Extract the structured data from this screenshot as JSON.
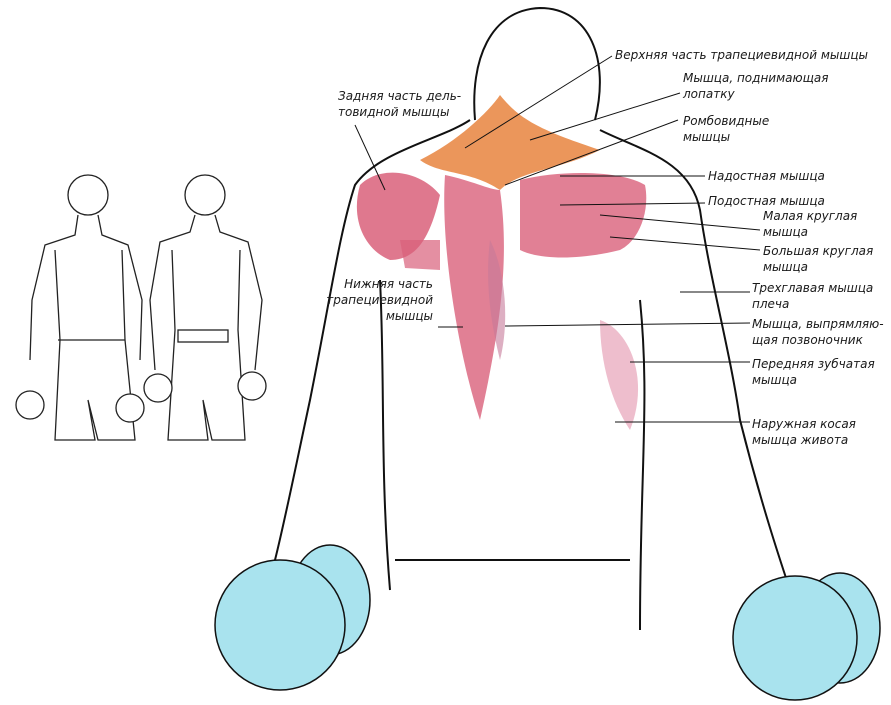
{
  "labels": {
    "upper_trapezius": [
      "Верхняя часть трапециевидной мышцы"
    ],
    "levator_scapulae": [
      "Мышца, поднимающая",
      "лопатку"
    ],
    "rhomboids": [
      "Ромбовидные",
      "мышцы"
    ],
    "supraspinatus": [
      "Надостная мышца"
    ],
    "infraspinatus": [
      "Подостная мышца"
    ],
    "teres_minor": [
      "Малая круглая",
      "мышца"
    ],
    "teres_major": [
      "Большая круглая",
      "мышца"
    ],
    "triceps": [
      "Трехглавая мышца",
      "плеча"
    ],
    "erector_spinae": [
      "Мышца, выпрямляю-",
      "щая позвоночник"
    ],
    "serratus_anterior": [
      "Передняя зубчатая",
      "мышца"
    ],
    "external_oblique": [
      "Наружная косая",
      "мышца живота"
    ],
    "posterior_deltoid": [
      "Задняя часть дель-",
      "товидной мышцы"
    ],
    "lower_trapezius": [
      "Нижняя часть",
      "трапециевидной",
      "мышцы"
    ]
  },
  "colors": {
    "muscle": "#d9607a",
    "trapezius": "#e8843e",
    "dumbbell": "#a9e3ee",
    "outline": "#111111"
  }
}
